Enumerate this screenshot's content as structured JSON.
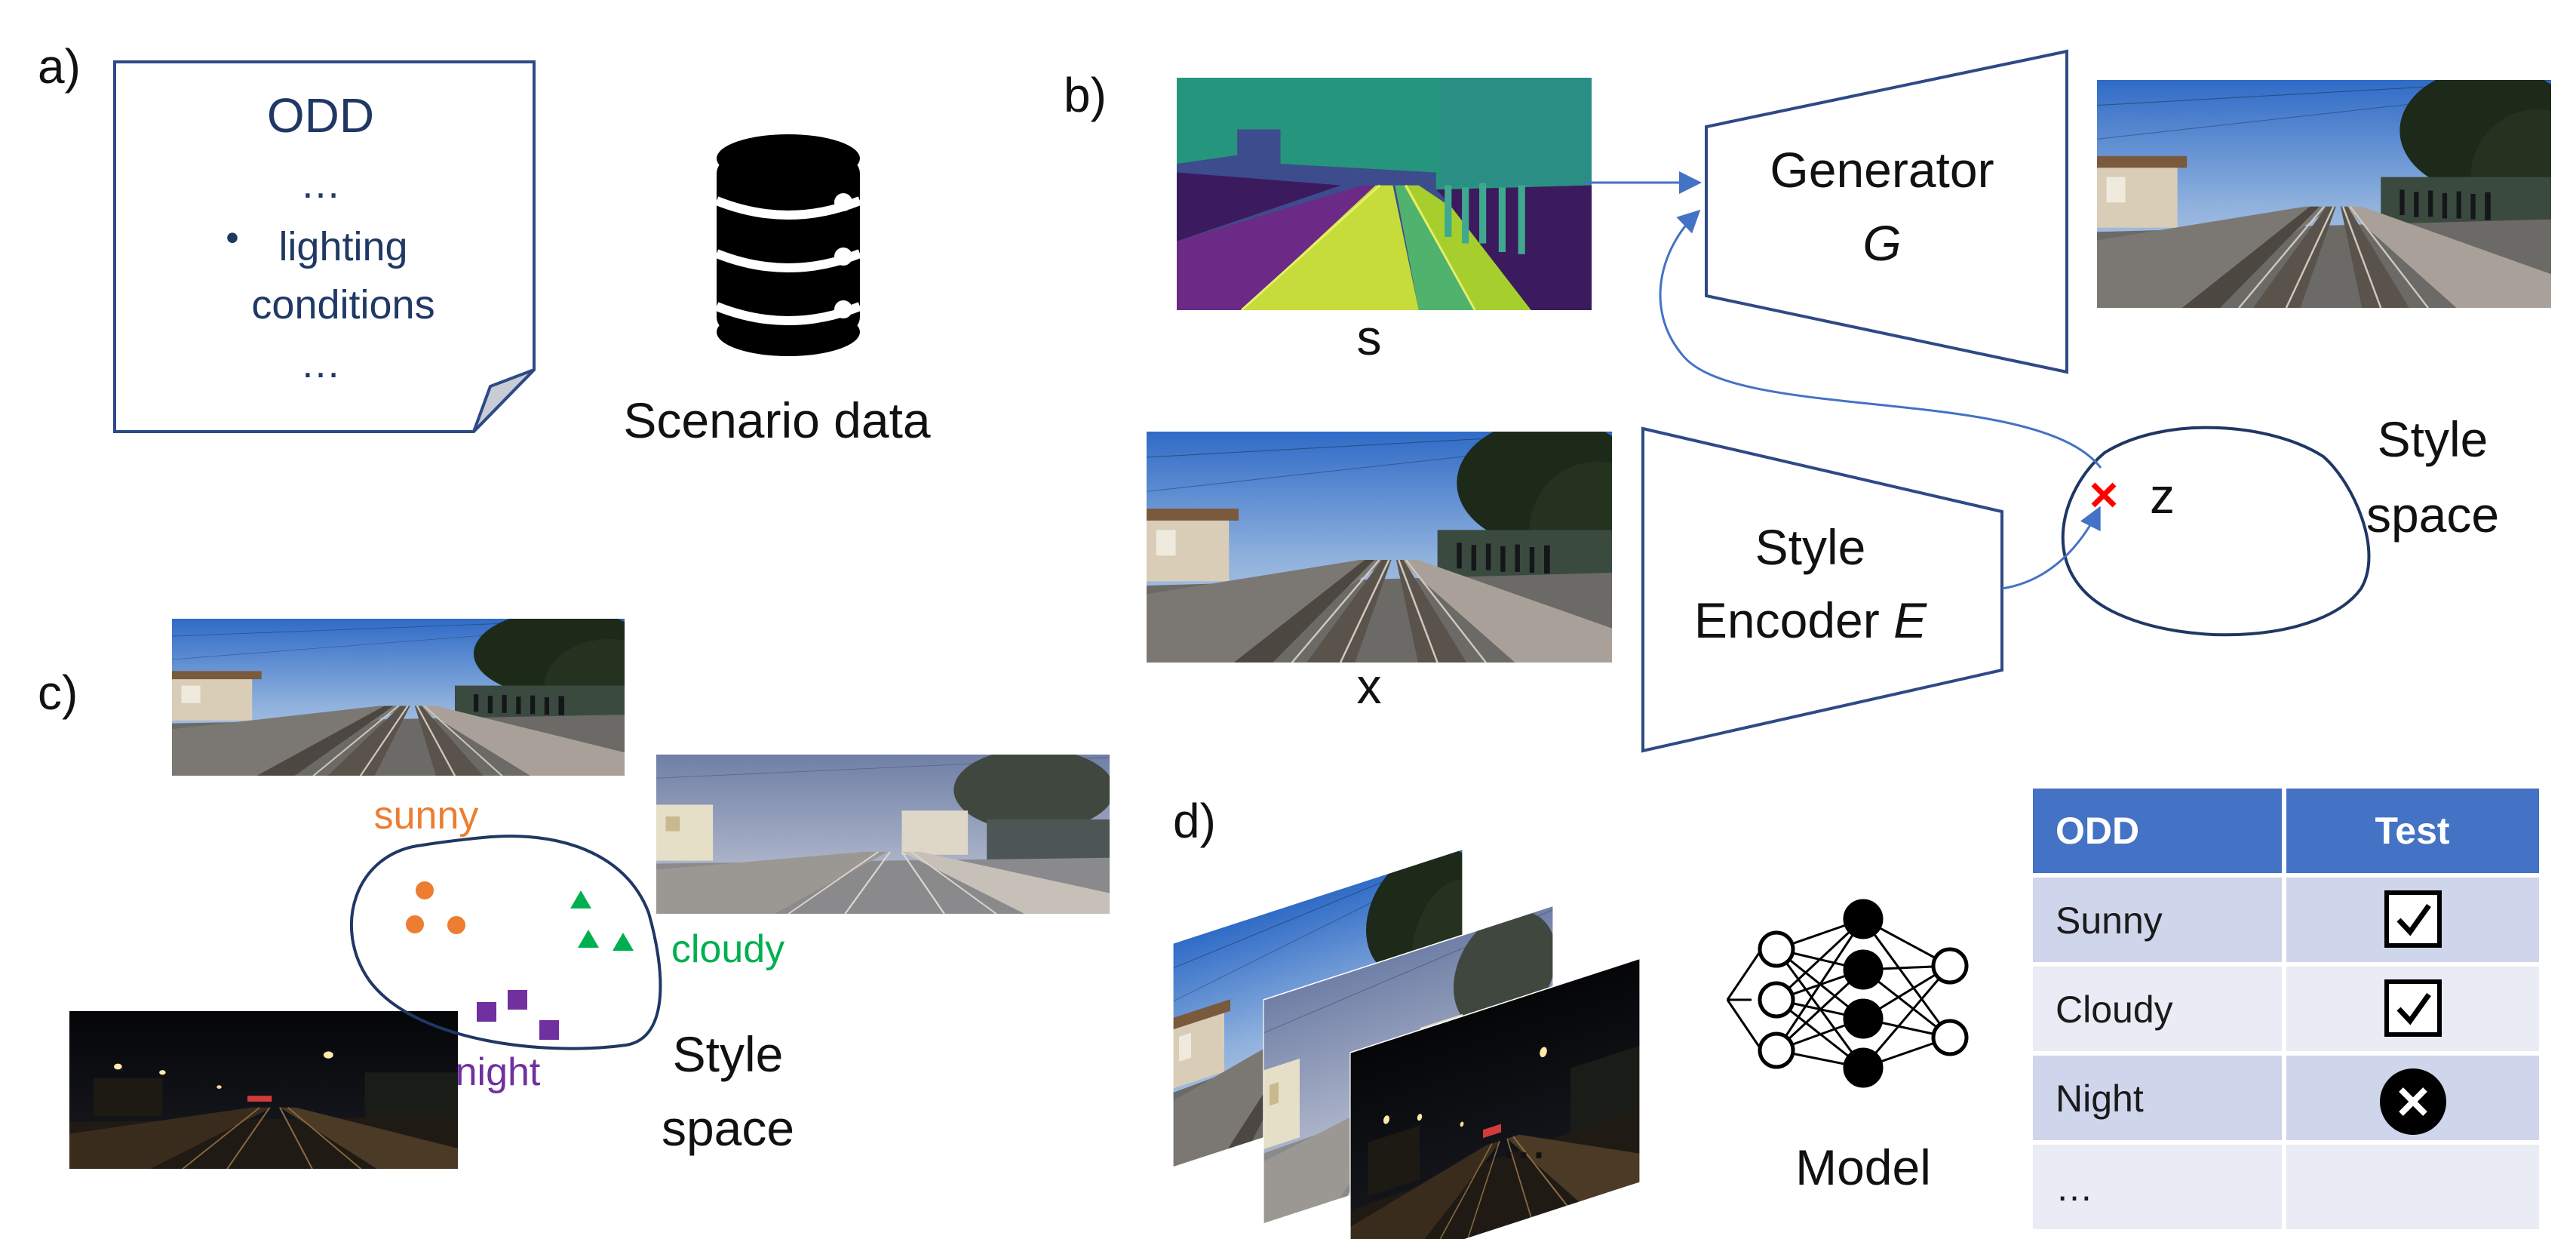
{
  "panels": {
    "a": "a)",
    "b": "b)",
    "c": "c)",
    "d": "d)"
  },
  "odd_document": {
    "title": "ODD",
    "ellipsis_top": "…",
    "bullet": "•",
    "item_line1": "lighting",
    "item_line2": "conditions",
    "ellipsis_bottom": "…"
  },
  "scenario": {
    "label": "Scenario data",
    "icon": "database-icon"
  },
  "generator": {
    "line1": "Generator",
    "line2": "G"
  },
  "encoder": {
    "line1": "Style",
    "line2": "Encoder ",
    "line2_italic": "E"
  },
  "labels": {
    "s": "s",
    "x": "x",
    "z": "z"
  },
  "style_space_b": {
    "line1": "Style",
    "line2": "space"
  },
  "style_space_c": {
    "sunny": "sunny",
    "cloudy": "cloudy",
    "night": "night",
    "line1": "Style",
    "line2": "space"
  },
  "stack_ellipsis": "...",
  "model_label": "Model",
  "table": {
    "headers": [
      "ODD",
      "Test"
    ],
    "rows": [
      {
        "odd": "Sunny",
        "test": "check"
      },
      {
        "odd": "Cloudy",
        "test": "check"
      },
      {
        "odd": "Night",
        "test": "cross"
      },
      {
        "odd": "…",
        "test": ""
      }
    ]
  },
  "colors": {
    "navy": "#1f3864",
    "arrow": "#4472c4",
    "sunny": "#ed7d31",
    "cloudy": "#00b050",
    "night": "#7030a0",
    "table_header": "#4472c4",
    "table_row_dark": "#cfd5ea",
    "table_row_light": "#e9ebf5",
    "cross_marker": "#ff0000"
  }
}
